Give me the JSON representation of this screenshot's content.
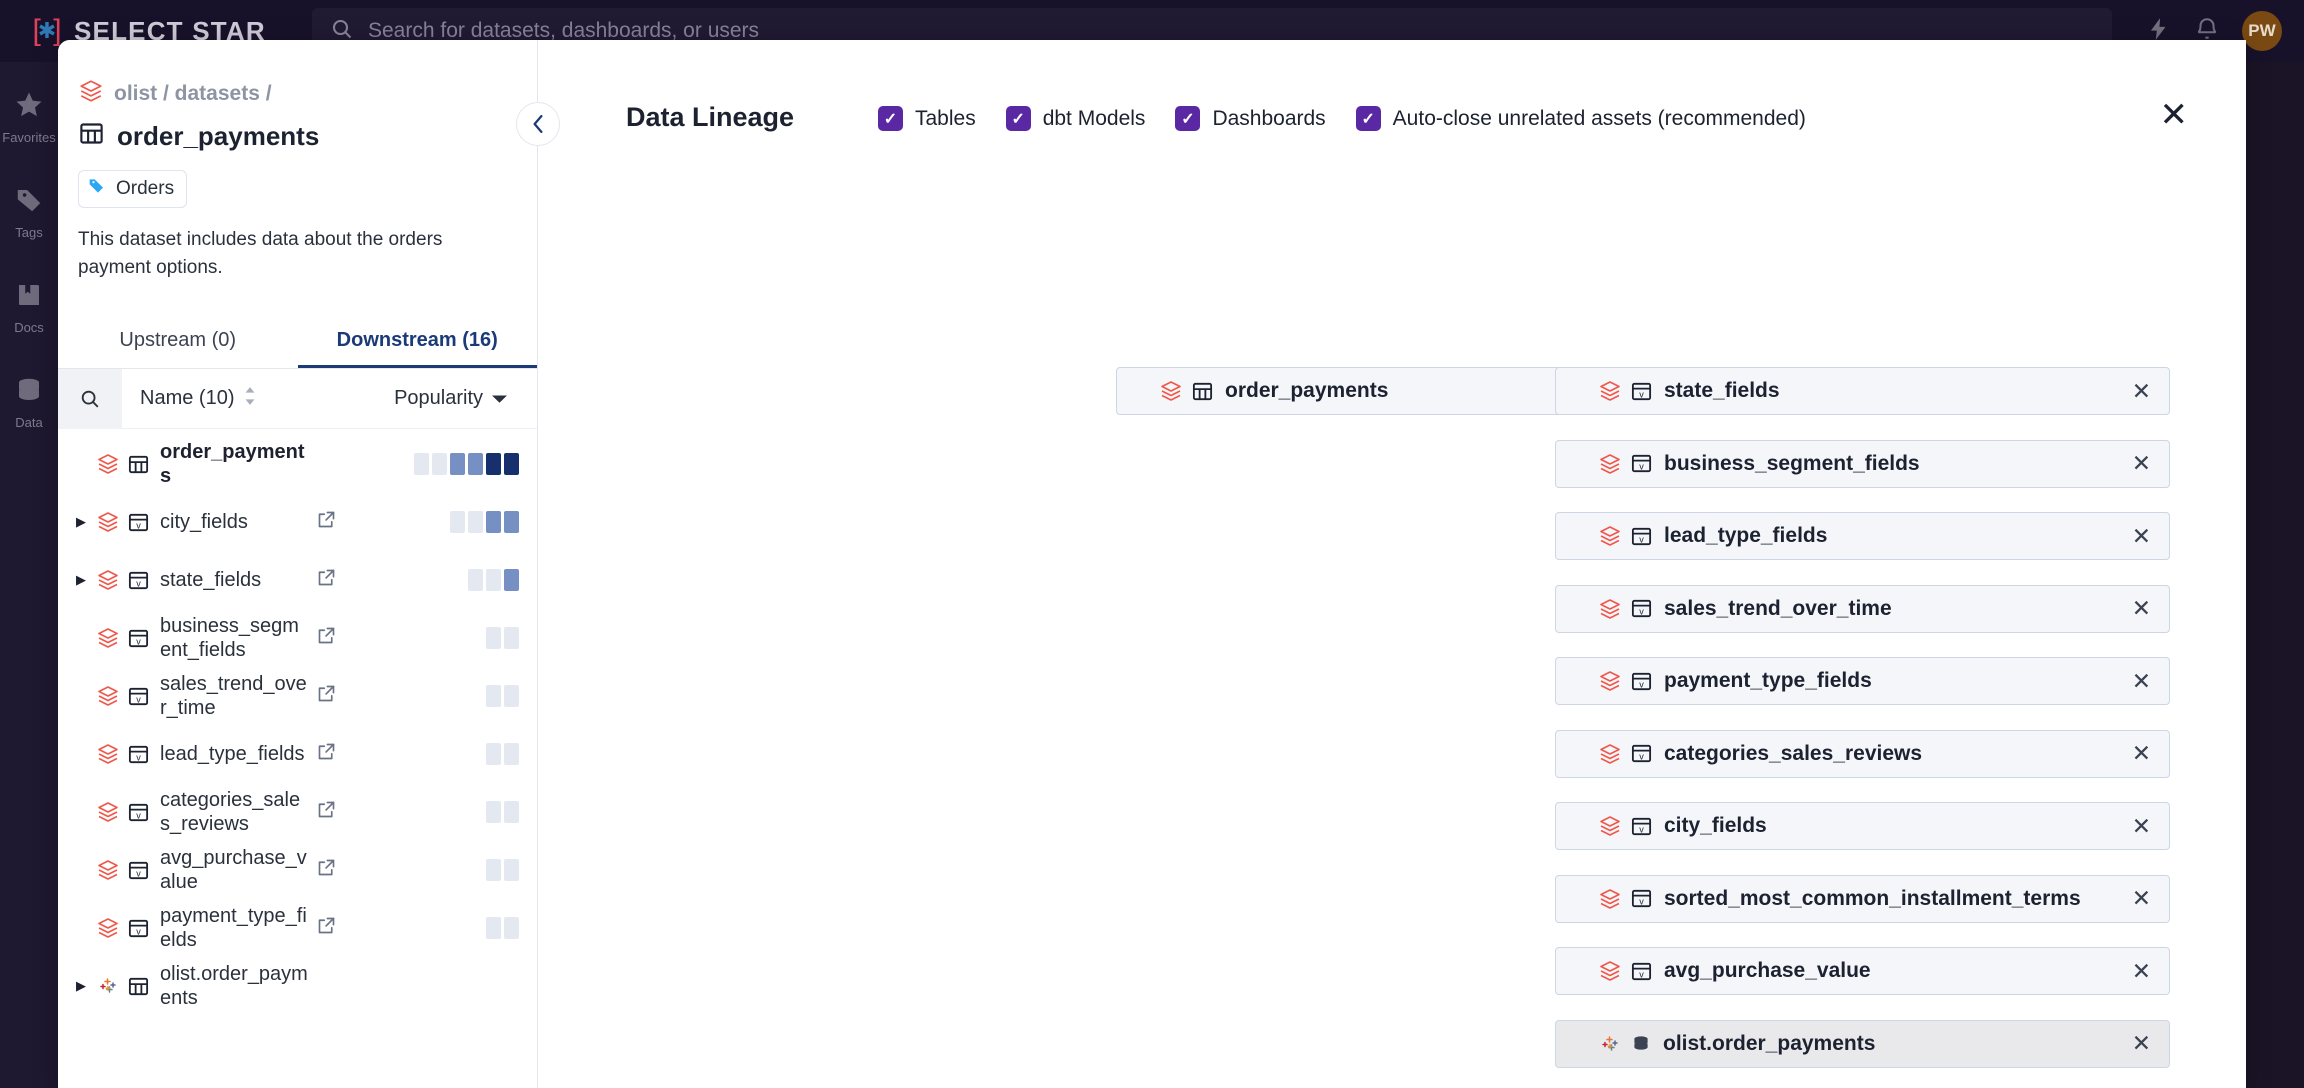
{
  "topnav": {
    "brand": "SELECT STAR",
    "search_placeholder": "Search for datasets, dashboards, or users",
    "avatar_initials": "PW"
  },
  "leftbar": {
    "items": [
      {
        "label": "Favorites",
        "icon": "star-icon"
      },
      {
        "label": "Tags",
        "icon": "tag-icon"
      },
      {
        "label": "Docs",
        "icon": "book-icon"
      },
      {
        "label": "Data",
        "icon": "database-icon"
      }
    ]
  },
  "detail": {
    "breadcrumb": "olist / datasets /",
    "title": "order_payments",
    "chip": "Orders",
    "description": "This dataset includes data about the orders payment options.",
    "tabs": [
      {
        "label": "Upstream (0)",
        "active": false
      },
      {
        "label": "Downstream (16)",
        "active": true
      }
    ],
    "sort_name": "Name (10)",
    "sort_popularity": "Popularity",
    "rows": [
      {
        "name": "order_payments",
        "caret": false,
        "head": true,
        "kind": "table",
        "external": false,
        "pop": [
          "l",
          "l",
          "m",
          "m",
          "d",
          "d"
        ]
      },
      {
        "name": "city_fields",
        "caret": true,
        "head": false,
        "kind": "view",
        "external": true,
        "pop": [
          "l",
          "l",
          "m",
          "m"
        ]
      },
      {
        "name": "state_fields",
        "caret": true,
        "head": false,
        "kind": "view",
        "external": true,
        "pop": [
          "l",
          "l",
          "m"
        ]
      },
      {
        "name": "business_segment_fields",
        "caret": false,
        "head": false,
        "kind": "view",
        "external": true,
        "pop": [
          "l",
          "l"
        ]
      },
      {
        "name": "sales_trend_over_time",
        "caret": false,
        "head": false,
        "kind": "view",
        "external": true,
        "pop": [
          "l",
          "l"
        ]
      },
      {
        "name": "lead_type_fields",
        "caret": false,
        "head": false,
        "kind": "view",
        "external": true,
        "pop": [
          "l",
          "l"
        ]
      },
      {
        "name": "categories_sales_reviews",
        "caret": false,
        "head": false,
        "kind": "view",
        "external": true,
        "pop": [
          "l",
          "l"
        ]
      },
      {
        "name": "avg_purchase_value",
        "caret": false,
        "head": false,
        "kind": "view",
        "external": true,
        "pop": [
          "l",
          "l"
        ]
      },
      {
        "name": "payment_type_fields",
        "caret": false,
        "head": false,
        "kind": "view",
        "external": true,
        "pop": [
          "l",
          "l"
        ]
      },
      {
        "name": "olist.order_payments",
        "caret": true,
        "head": false,
        "kind": "tableau-table",
        "external": false,
        "pop": []
      }
    ]
  },
  "lineage": {
    "title": "Data Lineage",
    "filters": [
      {
        "label": "Tables",
        "checked": true
      },
      {
        "label": "dbt Models",
        "checked": true
      },
      {
        "label": "Dashboards",
        "checked": true
      },
      {
        "label": "Auto-close unrelated assets (recommended)",
        "checked": true
      }
    ],
    "source_node": {
      "name": "order_payments",
      "kind": "table"
    },
    "downstream_nodes": [
      {
        "name": "state_fields",
        "kind": "view",
        "dim": false
      },
      {
        "name": "business_segment_fields",
        "kind": "view",
        "dim": false
      },
      {
        "name": "lead_type_fields",
        "kind": "view",
        "dim": false
      },
      {
        "name": "sales_trend_over_time",
        "kind": "view",
        "dim": false
      },
      {
        "name": "payment_type_fields",
        "kind": "view",
        "dim": false
      },
      {
        "name": "categories_sales_reviews",
        "kind": "view",
        "dim": false
      },
      {
        "name": "city_fields",
        "kind": "view",
        "dim": false
      },
      {
        "name": "sorted_most_common_installment_terms",
        "kind": "view",
        "dim": false
      },
      {
        "name": "avg_purchase_value",
        "kind": "view",
        "dim": false
      },
      {
        "name": "olist.order_payments",
        "kind": "tableau-db",
        "dim": true
      }
    ],
    "close_label": "×"
  },
  "colors": {
    "accent_red": "#f0574a",
    "checkbox_purple": "#5b28a3",
    "tab_active": "#1b3a78",
    "node_bg": "#f4f6fa",
    "node_border": "#ccd6e4"
  }
}
